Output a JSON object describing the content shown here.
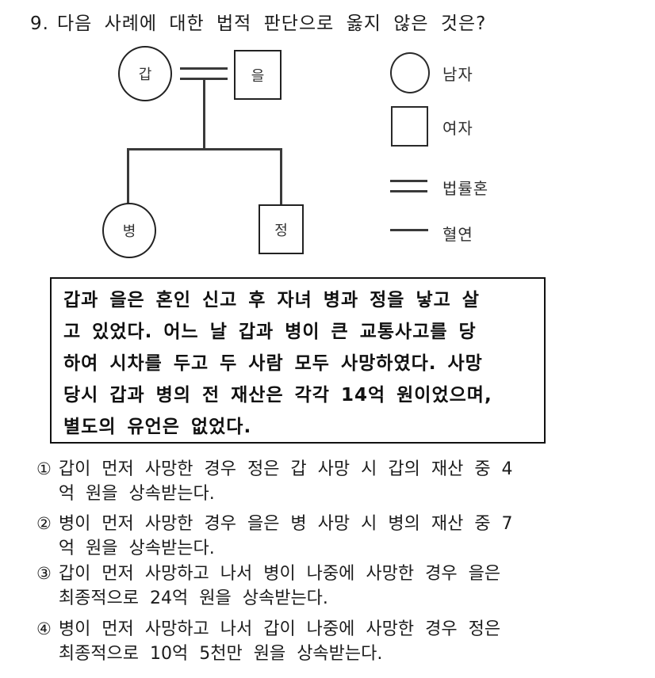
{
  "question": {
    "number": "9.",
    "title": "다음 사례에 대한 법적 판단으로 옳지 않은 것은?"
  },
  "diagram": {
    "nodes": {
      "gap": "갑",
      "eul": "을",
      "byeong": "병",
      "jeong": "정"
    },
    "legend": [
      {
        "symbol": "circle",
        "label": "남자"
      },
      {
        "symbol": "square",
        "label": "여자"
      },
      {
        "symbol": "double-line",
        "label": "법률혼"
      },
      {
        "symbol": "single-line",
        "label": "혈연"
      }
    ]
  },
  "case_box": {
    "lines": [
      "갑과 을은 혼인 신고 후 자녀 병과 정을 낳고 살",
      "고 있었다. 어느 날 갑과 병이 큰 교통사고를 당",
      "하여 시차를 두고 두 사람 모두 사망하였다. 사망",
      "당시 갑과 병의 전 재산은 각각 14억 원이었으며,",
      "별도의 유언은 없었다."
    ]
  },
  "options": [
    {
      "marker": "①",
      "line1": "갑이 먼저 사망한 경우 정은 갑 사망 시 갑의 재산 중 4",
      "line2": "억 원을 상속받는다."
    },
    {
      "marker": "②",
      "line1": "병이 먼저 사망한 경우 을은 병 사망 시 병의 재산 중 7",
      "line2": "억 원을 상속받는다."
    },
    {
      "marker": "③",
      "line1": "갑이 먼저 사망하고 나서 병이 나중에 사망한 경우 을은",
      "line2": "최종적으로 24억 원을 상속받는다."
    },
    {
      "marker": "④",
      "line1": "병이 먼저 사망하고 나서 갑이 나중에 사망한 경우 정은",
      "line2": "최종적으로 10억 5천만 원을 상속받는다."
    }
  ],
  "colors": {
    "ink": "#1c1c1c",
    "line": "#3a3a3a",
    "background": "#ffffff"
  }
}
